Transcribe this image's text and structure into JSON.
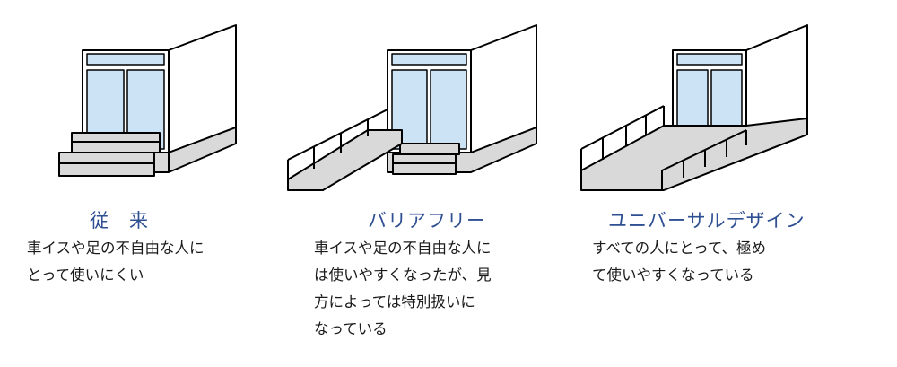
{
  "colors": {
    "glass": "#cce3f5",
    "step": "#d9d9d9",
    "line": "#000000",
    "title": "#2f4f93"
  },
  "panels": [
    {
      "title": "従　来",
      "desc_lines": [
        "車イスや足の不自由な人に",
        "とって使いにくい"
      ]
    },
    {
      "title": "バリアフリー",
      "desc_lines": [
        "車イスや足の不自由な人に",
        "は使いやすくなったが、見",
        "方によっては特別扱いに",
        "なっている"
      ]
    },
    {
      "title": "ユニバーサルデザイン",
      "desc_lines": [
        "すべての人にとって、極め",
        "て使いやすくなっている"
      ]
    }
  ]
}
